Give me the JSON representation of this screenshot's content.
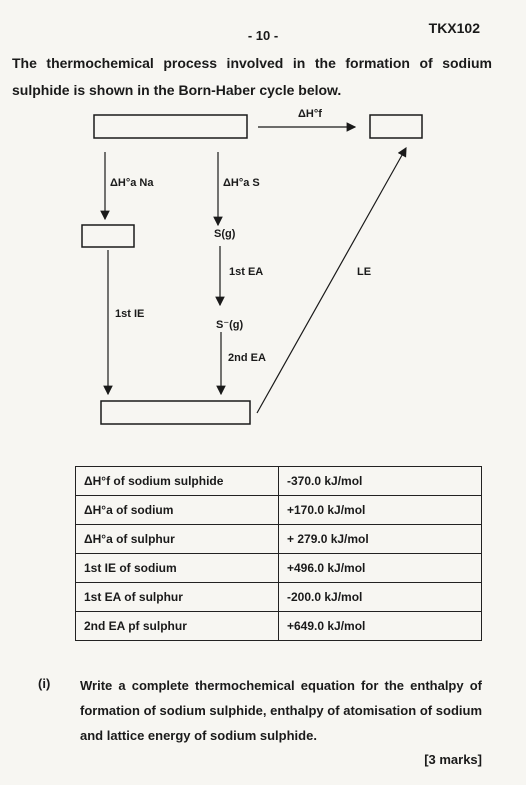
{
  "header": {
    "page_number": "- 10 -",
    "course_code": "TKX102"
  },
  "intro": "The thermochemical process involved in the formation of sodium sulphide is shown in the Born-Haber cycle below.",
  "cycle": {
    "delta_hf": "ΔH°f",
    "delta_ha_na": "ΔH°a Na",
    "delta_ha_s": "ΔH°a S",
    "s_gas": "S(g)",
    "first_ea": "1st EA",
    "s_minus_gas": "S⁻(g)",
    "second_ea": "2nd EA",
    "first_ie": "1st IE",
    "le": "LE"
  },
  "table": {
    "rows": [
      {
        "label": "ΔH°f of sodium sulphide",
        "value": "-370.0 kJ/mol"
      },
      {
        "label": "ΔH°a of sodium",
        "value": "+170.0 kJ/mol"
      },
      {
        "label": "ΔH°a of sulphur",
        "value": "+ 279.0 kJ/mol"
      },
      {
        "label": "1st IE of sodium",
        "value": "+496.0 kJ/mol"
      },
      {
        "label": "1st EA of sulphur",
        "value": "-200.0 kJ/mol"
      },
      {
        "label": "2nd EA pf sulphur",
        "value": "+649.0 kJ/mol"
      }
    ]
  },
  "question": {
    "number": "(i)",
    "text": "Write a complete thermochemical equation for the enthalpy of formation of sodium sulphide, enthalpy of atomisation of sodium and lattice energy of sodium sulphide.",
    "marks": "[3 marks]"
  }
}
